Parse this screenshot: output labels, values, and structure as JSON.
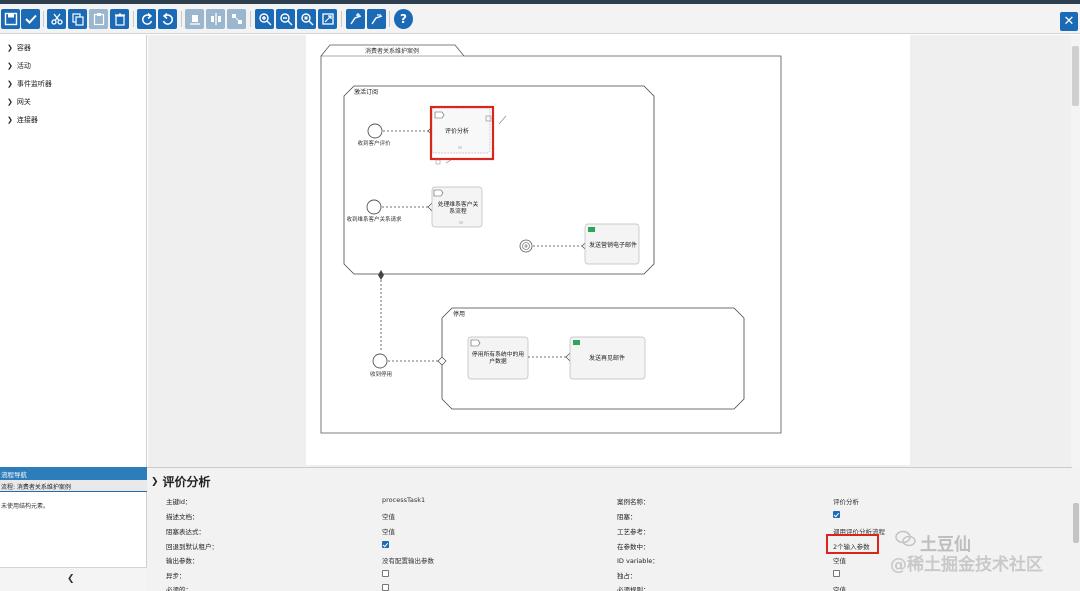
{
  "toolbar": {
    "buttons": [
      {
        "name": "save-icon"
      },
      {
        "name": "validate-icon"
      },
      {
        "name": "cut-icon"
      },
      {
        "name": "copy-icon"
      },
      {
        "name": "paste-icon"
      },
      {
        "name": "delete-icon"
      },
      {
        "name": "redo-icon"
      },
      {
        "name": "undo-icon"
      },
      {
        "name": "align-vertical-icon"
      },
      {
        "name": "align-horizontal-icon"
      },
      {
        "name": "same-size-icon"
      },
      {
        "name": "zoom-in-icon"
      },
      {
        "name": "zoom-out-icon"
      },
      {
        "name": "zoom-actual-icon"
      },
      {
        "name": "zoom-fit-icon"
      },
      {
        "name": "bend-add-icon"
      },
      {
        "name": "bend-remove-icon"
      },
      {
        "name": "help-icon"
      }
    ],
    "close_icon": "close-icon"
  },
  "palette": {
    "items": [
      "容器",
      "活动",
      "事件监听器",
      "网关",
      "连接器"
    ]
  },
  "diagram": {
    "pool_title": "消费者关系维护案例",
    "subprocess_active_title": "激活订阅",
    "event_receive_review": "收到客户评价",
    "task_review": "评价分析",
    "event_receive_request": "收到维系客户关系请求",
    "task_maintain": "处理维系客户关系流程",
    "task_send_promo": "发送营销电子邮件",
    "subprocess_stop_title": "停用",
    "event_stop": "收到停用",
    "task_stop_data": "停用所有系统中的用户数据",
    "task_send_goodbye": "发送再见邮件"
  },
  "navigator": {
    "header": "流程导航",
    "subheader": "流程: 消费者关系维护案例",
    "note": "未使用结构元素。"
  },
  "properties": {
    "title": "评价分析",
    "rows": [
      {
        "l1": "主键Id：",
        "v1": "processTask1",
        "l2": "案例名称：",
        "v2": "评价分析"
      },
      {
        "l1": "描述文档：",
        "v1": "空值",
        "l2": "阻塞：",
        "v2": "checked"
      },
      {
        "l1": "阻塞表达式：",
        "v1": "空值",
        "l2": "工艺参考：",
        "v2": "调用评价分析流程"
      },
      {
        "l1": "回退到默认租户：",
        "v1": "checked",
        "l2": "在参数中：",
        "v2": "2个输入参数"
      },
      {
        "l1": "输出参数：",
        "v1": "没有配置输出参数",
        "l2": "ID variable：",
        "v2": "空值"
      },
      {
        "l1": "异步：",
        "v1": "unchecked",
        "l2": "独占：",
        "v2": "unchecked"
      },
      {
        "l1": "必须的：",
        "v1": "unchecked",
        "l2": "必须规则：",
        "v2": "空值"
      }
    ]
  },
  "watermark": {
    "line1": "土豆仙",
    "line2": "@稀土掘金技术社区"
  },
  "colors": {
    "accent": "#1a6ab5",
    "highlight": "#d9261c",
    "email_icon": "#2fa45a"
  }
}
